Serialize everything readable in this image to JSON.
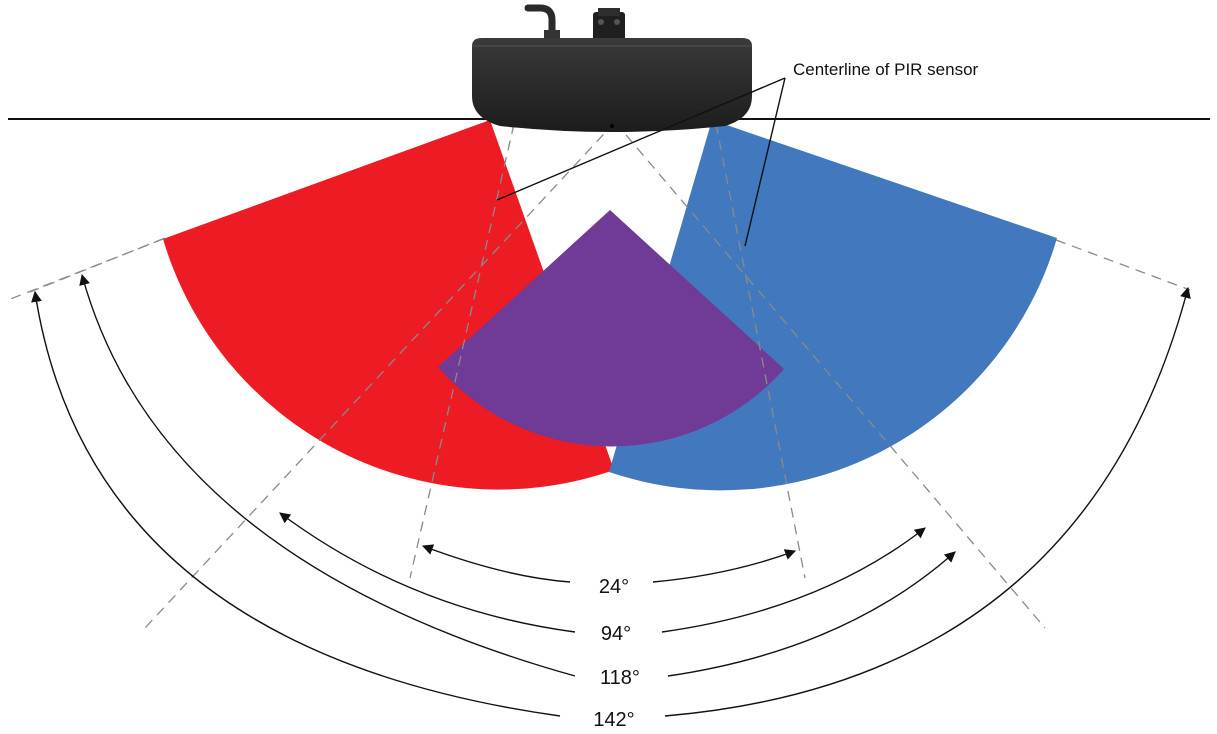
{
  "callout": {
    "text": "Centerline of PIR sensor"
  },
  "angles": [
    {
      "id": "a24",
      "text": "24°"
    },
    {
      "id": "a94",
      "text": "94°"
    },
    {
      "id": "a118",
      "text": "118°"
    },
    {
      "id": "a142",
      "text": "142°"
    }
  ],
  "colors": {
    "left_zone": "#ED1C24",
    "right_zone": "#4178BE",
    "overlap_zone": "#6F3B96",
    "sensor_body": "#2b2b2b"
  }
}
